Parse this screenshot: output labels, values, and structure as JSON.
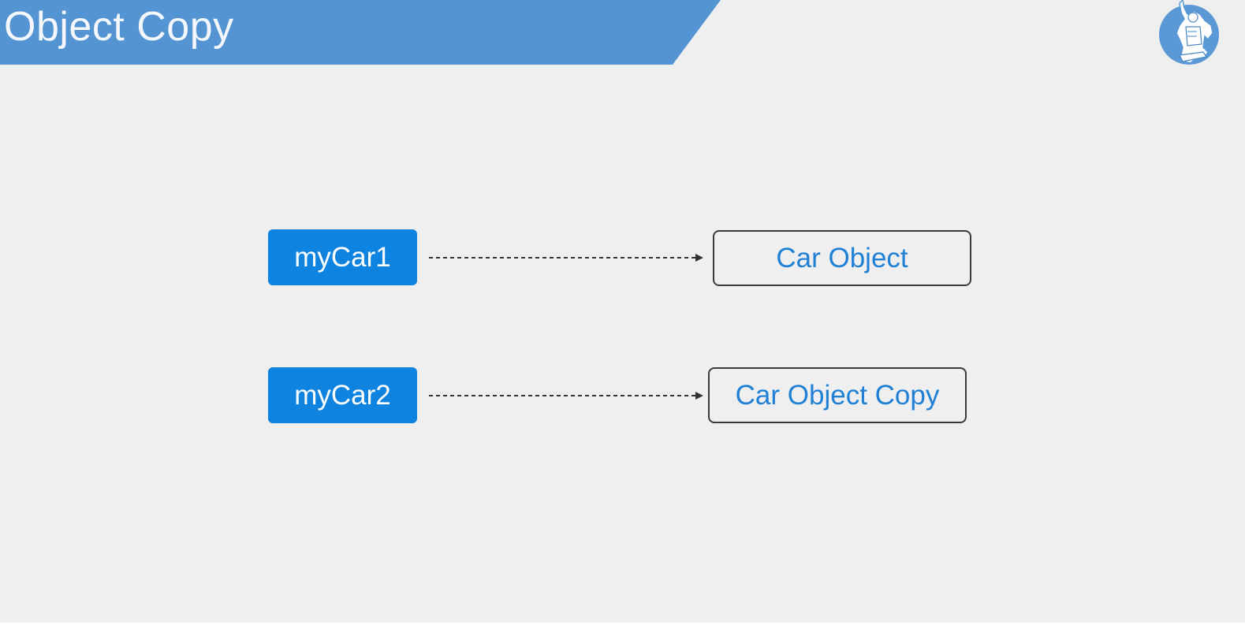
{
  "header": {
    "title": "Object Copy"
  },
  "diagram": {
    "rows": [
      {
        "variable": "myCar1",
        "target": "Car Object"
      },
      {
        "variable": "myCar2",
        "target": "Car Object Copy"
      }
    ]
  },
  "logo": {
    "icon": "teacher-mascot-icon"
  },
  "colors": {
    "banner": "#5594d2",
    "variable_box": "#0e83e0",
    "object_text": "#1f80d6",
    "object_border": "#3a3a3a",
    "background": "#efefef"
  }
}
